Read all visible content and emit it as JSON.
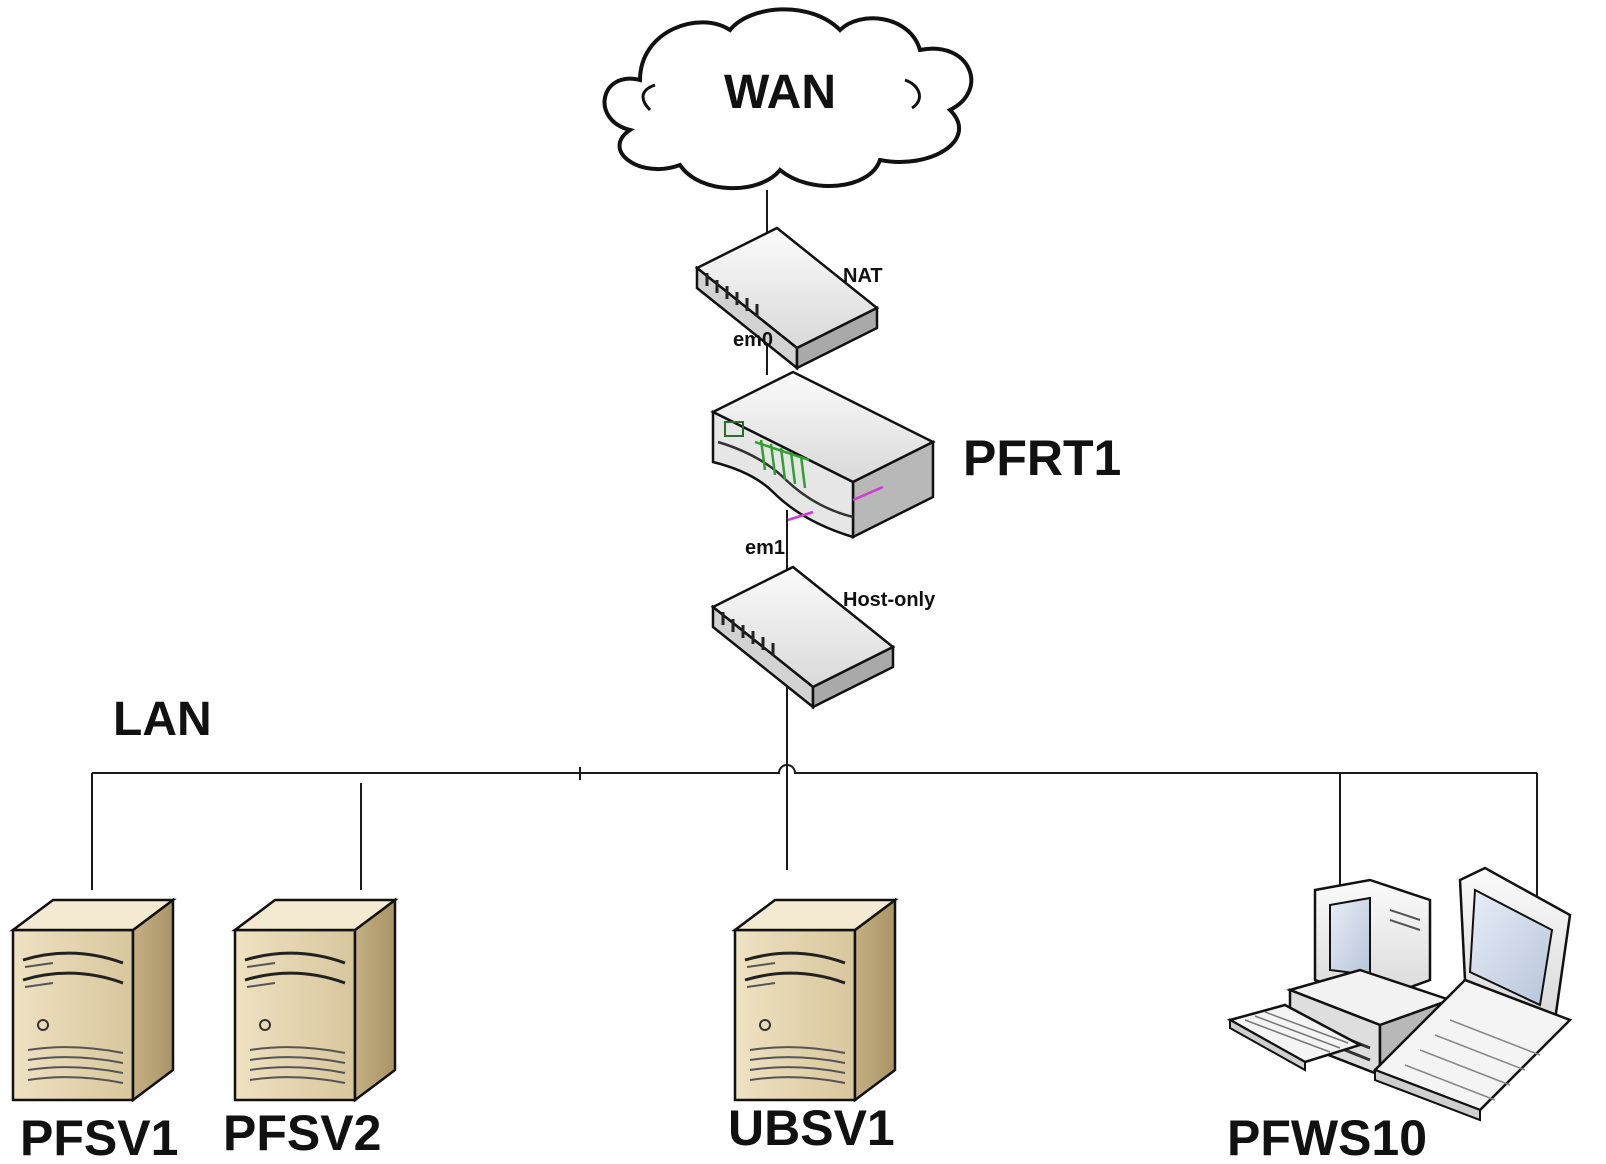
{
  "network": {
    "cloud_label": "WAN",
    "lan_label": "LAN",
    "router": {
      "name": "PFRT1",
      "wan_interface": "em0",
      "lan_interface": "em1"
    },
    "switches": [
      {
        "name": "NAT"
      },
      {
        "name": "Host-only"
      }
    ],
    "hosts": [
      {
        "name": "PFSV1",
        "icon": "server-icon"
      },
      {
        "name": "PFSV2",
        "icon": "server-icon"
      },
      {
        "name": "UBSV1",
        "icon": "server-icon"
      },
      {
        "name": "PFWS10",
        "icon": "workstation-and-laptop-icon"
      }
    ]
  }
}
